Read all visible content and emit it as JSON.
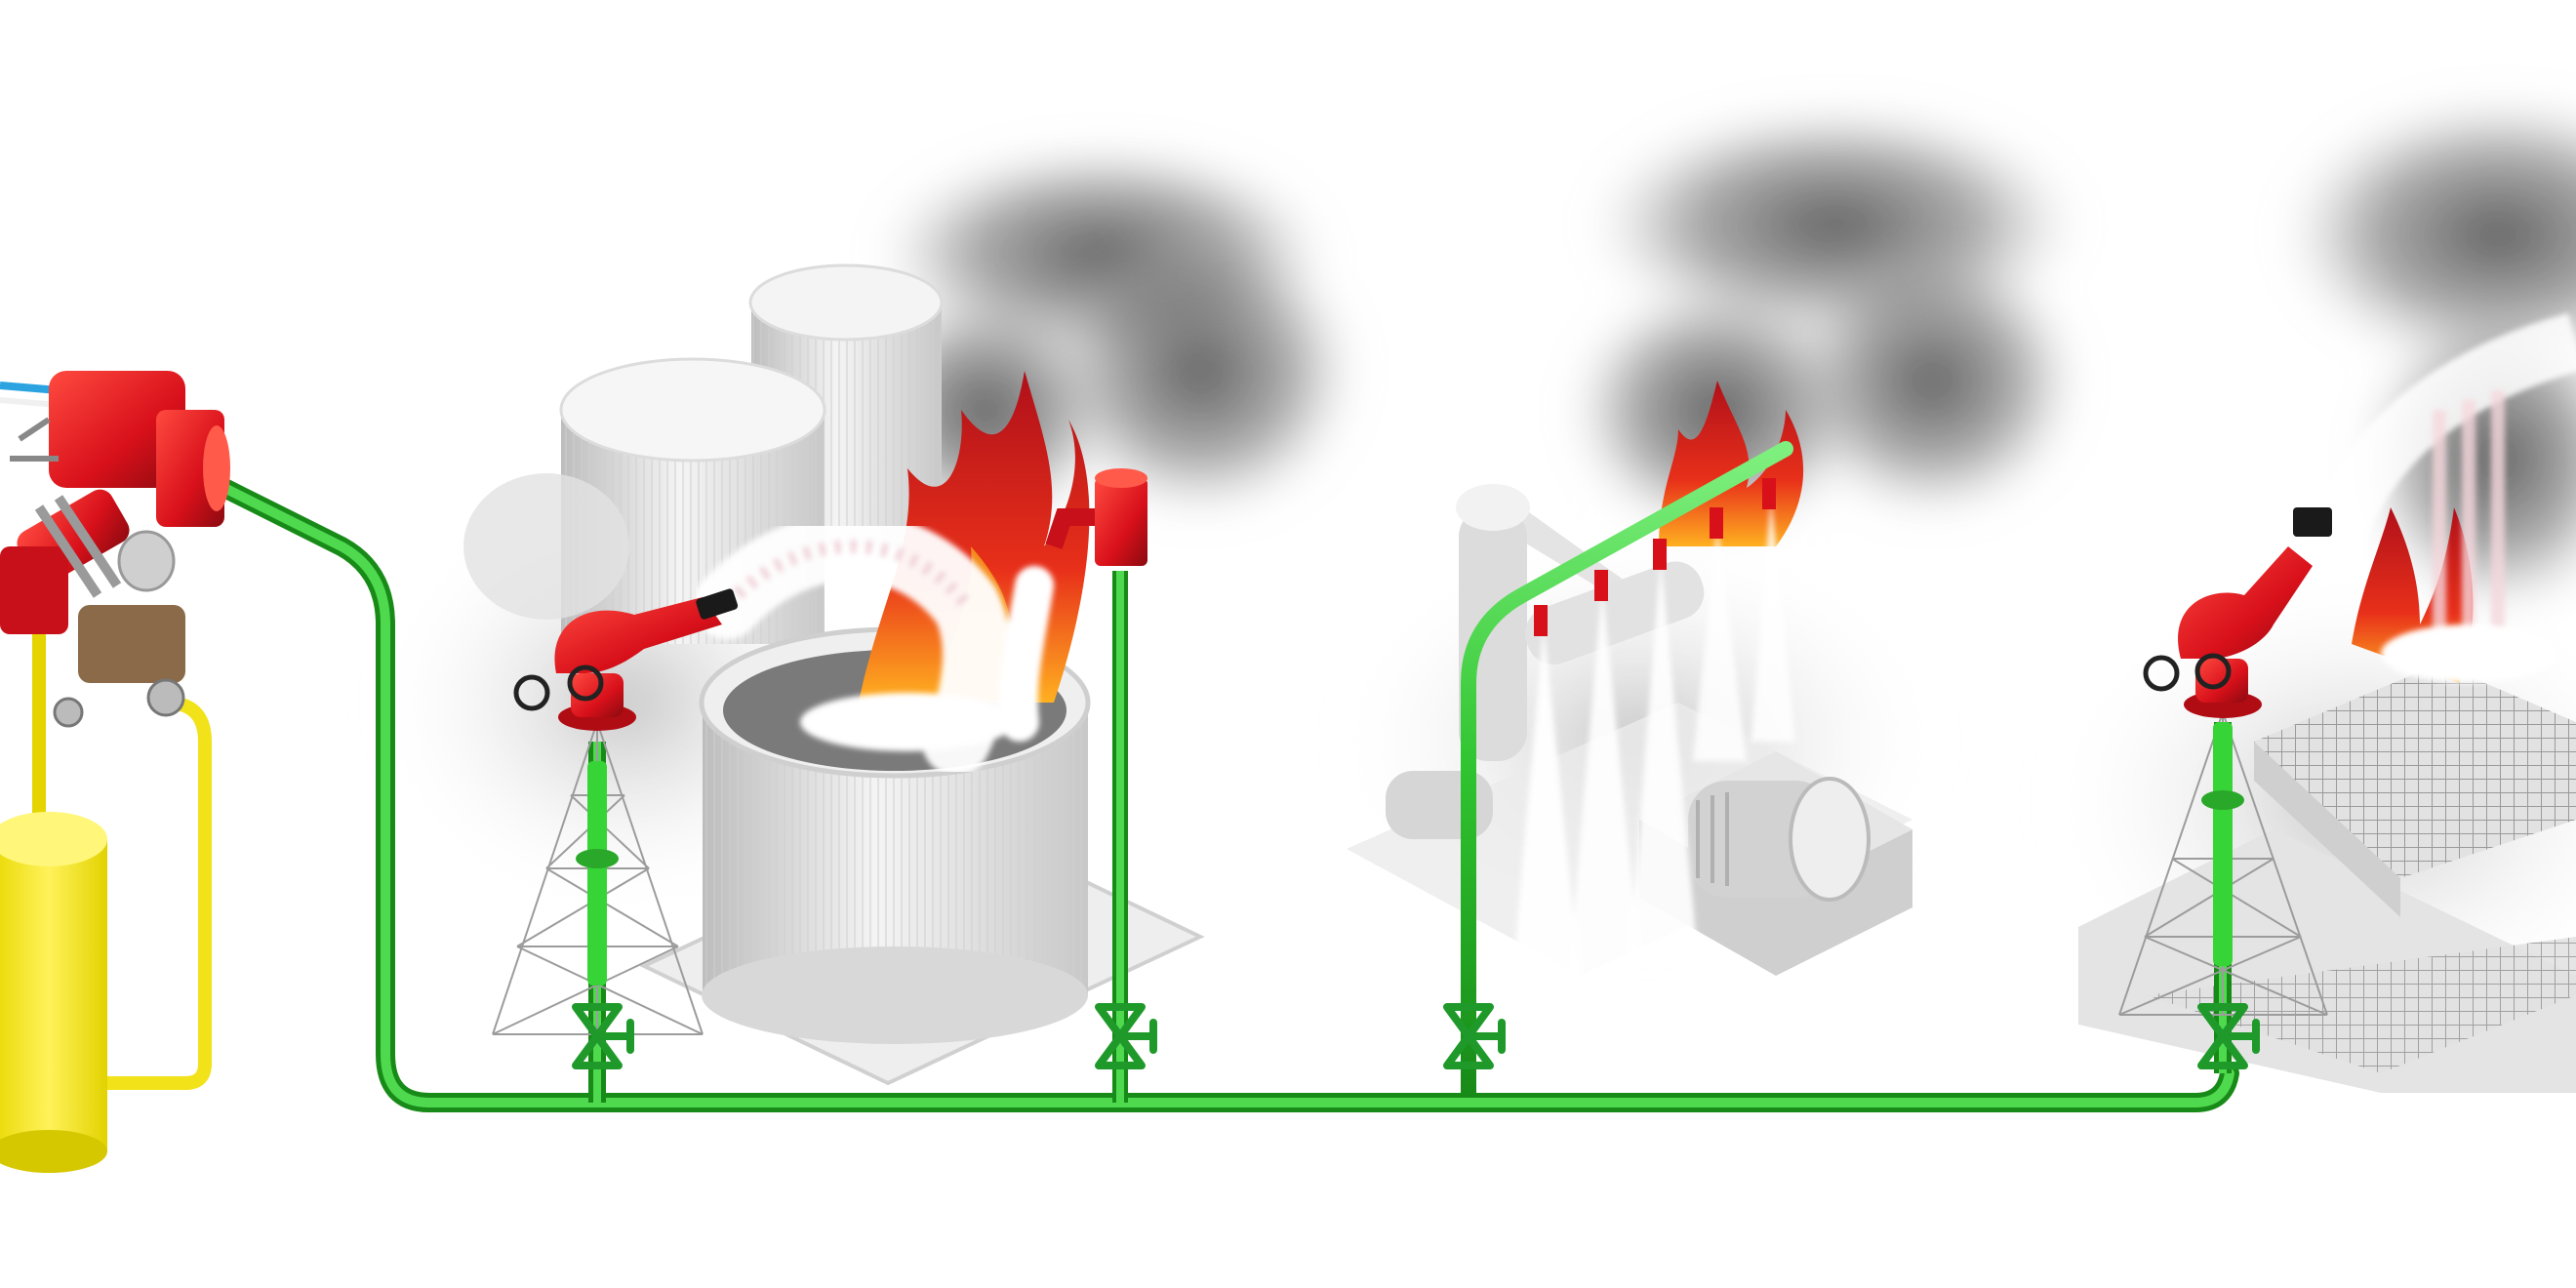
{
  "colors": {
    "pipe_green": "#2fc42f",
    "pipe_green_dark": "#1a8f1a",
    "valve_green": "#1f9a2a",
    "foam_supply_yellow": "#f2e21a",
    "tank_yellow": "#f0e52a",
    "equipment_red": "#d8101a",
    "flame_red": "#c81218",
    "flame_orange": "#f06a1a",
    "smoke_gray": "#5a5a5a",
    "structure_gray": "#d9d9d9",
    "foam_white": "#ffffff"
  },
  "diagram": {
    "type": "fire-protection foam system illustration",
    "labels": [],
    "stations": [
      {
        "id": "proportioner-skid",
        "icon": "deluge-valve-and-proportioner"
      },
      {
        "id": "storage-tank-fire",
        "icon": "tower-mounted-foam-monitor"
      },
      {
        "id": "tank-foam-chamber",
        "icon": "foam-chamber-pourer"
      },
      {
        "id": "pump-area-fire",
        "icon": "overhead-foam-sprinklers"
      },
      {
        "id": "process-basin-fire",
        "icon": "tower-mounted-foam-monitor"
      }
    ],
    "valves": 4
  }
}
